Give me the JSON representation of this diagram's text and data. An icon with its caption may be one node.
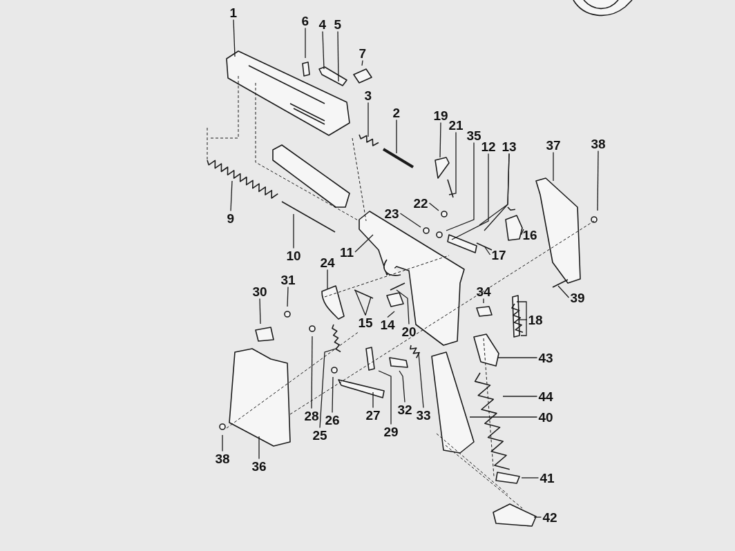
{
  "diagram": {
    "nodes": [
      {
        "text": [
          "1"
        ]
      },
      {
        "text": [
          "6"
        ]
      },
      {
        "text": [
          "4"
        ]
      },
      {
        "text": [
          "5"
        ]
      },
      {
        "text": [
          "7"
        ]
      },
      {
        "text": [
          "3"
        ]
      },
      {
        "text": [
          "2"
        ]
      },
      {
        "text": [
          "19"
        ]
      },
      {
        "text": [
          "21"
        ]
      },
      {
        "text": [
          "35"
        ]
      },
      {
        "text": [
          "12"
        ]
      },
      {
        "text": [
          "13"
        ]
      },
      {
        "text": [
          "37"
        ]
      },
      {
        "text": [
          "38"
        ]
      },
      {
        "text": [
          "22"
        ]
      },
      {
        "text": [
          "23"
        ]
      },
      {
        "text": [
          "9"
        ]
      },
      {
        "text": [
          "16"
        ]
      },
      {
        "text": [
          "11"
        ]
      },
      {
        "text": [
          "10"
        ]
      },
      {
        "text": [
          "17"
        ]
      },
      {
        "text": [
          "24"
        ]
      },
      {
        "text": [
          "31"
        ]
      },
      {
        "text": [
          "30"
        ]
      },
      {
        "text": [
          "34"
        ]
      },
      {
        "text": [
          "39"
        ]
      },
      {
        "text": [
          "18"
        ]
      },
      {
        "text": [
          "15"
        ]
      },
      {
        "text": [
          "14"
        ]
      },
      {
        "text": [
          "20"
        ]
      },
      {
        "text": [
          "43"
        ]
      },
      {
        "text": [
          "44"
        ]
      },
      {
        "text": [
          "32"
        ]
      },
      {
        "text": [
          "27"
        ]
      },
      {
        "text": [
          "28"
        ]
      },
      {
        "text": [
          "33"
        ]
      },
      {
        "text": [
          "40"
        ]
      },
      {
        "text": [
          "26"
        ]
      },
      {
        "text": [
          "29"
        ]
      },
      {
        "text": [
          "25"
        ]
      },
      {
        "text": [
          "38"
        ]
      },
      {
        "text": [
          "36"
        ]
      },
      {
        "text": [
          "41"
        ]
      },
      {
        "text": [
          "42"
        ]
      }
    ],
    "edges": [
      {
        "from": 0,
        "to": null,
        "arrow": "none"
      },
      {
        "from": 1,
        "to": null,
        "arrow": "none"
      },
      {
        "from": 2,
        "to": null,
        "arrow": "none"
      },
      {
        "from": 3,
        "to": null,
        "arrow": "none"
      },
      {
        "from": 4,
        "to": null,
        "arrow": "none"
      },
      {
        "from": 5,
        "to": null,
        "arrow": "none"
      },
      {
        "from": 6,
        "to": null,
        "arrow": "none"
      },
      {
        "from": 7,
        "to": null,
        "arrow": "none"
      },
      {
        "from": 8,
        "to": null,
        "arrow": "none"
      },
      {
        "from": 9,
        "to": null,
        "arrow": "none"
      },
      {
        "from": 10,
        "to": null,
        "arrow": "none"
      },
      {
        "from": 11,
        "to": null,
        "arrow": "none"
      },
      {
        "from": 11,
        "to": null,
        "arrow": "none"
      },
      {
        "from": 12,
        "to": null,
        "arrow": "none"
      },
      {
        "from": 13,
        "to": null,
        "arrow": "none"
      },
      {
        "from": 14,
        "to": null,
        "arrow": "none"
      },
      {
        "from": 15,
        "to": null,
        "arrow": "none"
      },
      {
        "from": 16,
        "to": null,
        "arrow": "none"
      },
      {
        "from": 17,
        "to": null,
        "arrow": "none"
      },
      {
        "from": 18,
        "to": null,
        "arrow": "none"
      },
      {
        "from": 19,
        "to": null,
        "arrow": "none"
      },
      {
        "from": 20,
        "to": null,
        "arrow": "none"
      },
      {
        "from": 21,
        "to": null,
        "arrow": "none"
      },
      {
        "from": 22,
        "to": null,
        "arrow": "none"
      },
      {
        "from": 23,
        "to": null,
        "arrow": "none"
      },
      {
        "from": 24,
        "to": null,
        "arrow": "none"
      },
      {
        "from": 25,
        "to": null,
        "arrow": "none"
      },
      {
        "from": 26,
        "to": null,
        "arrow": "none"
      },
      {
        "from": 26,
        "to": null,
        "arrow": "none"
      },
      {
        "from": 26,
        "to": null,
        "arrow": "none"
      },
      {
        "from": 27,
        "to": null,
        "arrow": "none"
      },
      {
        "from": 27,
        "to": null,
        "arrow": "none"
      },
      {
        "from": 28,
        "to": null,
        "arrow": "none"
      },
      {
        "from": 29,
        "to": null,
        "arrow": "none"
      },
      {
        "from": 30,
        "to": null,
        "arrow": "none"
      },
      {
        "from": 31,
        "to": null,
        "arrow": "none"
      },
      {
        "from": 32,
        "to": null,
        "arrow": "none"
      },
      {
        "from": 33,
        "to": null,
        "arrow": "none"
      },
      {
        "from": 34,
        "to": null,
        "arrow": "none"
      },
      {
        "from": 35,
        "to": null,
        "arrow": "none"
      },
      {
        "from": 36,
        "to": null,
        "arrow": "none"
      },
      {
        "from": 37,
        "to": null,
        "arrow": "none"
      },
      {
        "from": 38,
        "to": null,
        "arrow": "none"
      },
      {
        "from": 39,
        "to": null,
        "arrow": "none"
      },
      {
        "from": 40,
        "to": null,
        "arrow": "none"
      },
      {
        "from": 41,
        "to": null,
        "arrow": "none"
      },
      {
        "from": 42,
        "to": null,
        "arrow": "none"
      },
      {
        "from": 43,
        "to": null,
        "arrow": "none"
      }
    ]
  }
}
